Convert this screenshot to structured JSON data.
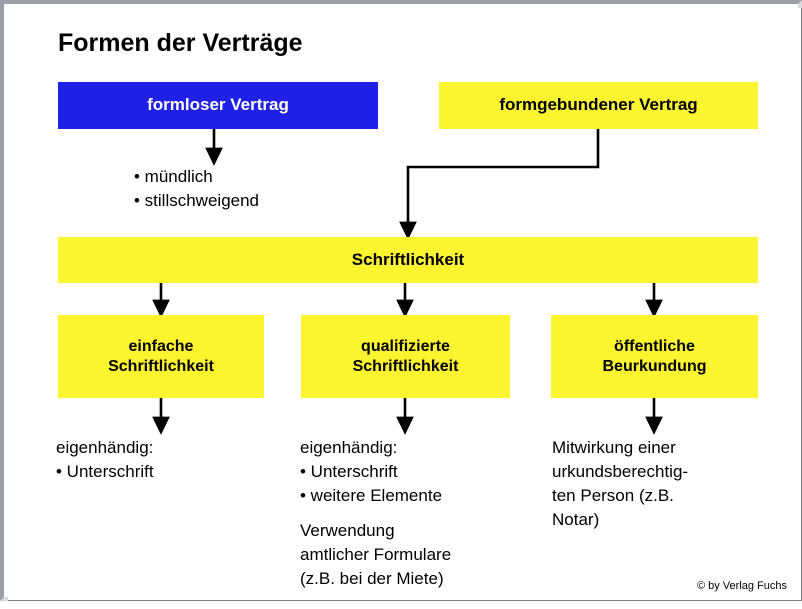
{
  "page": {
    "title": "Formen der Verträge",
    "copyright": "© by Verlag Fuchs"
  },
  "colors": {
    "blue_box": "#1F20E8",
    "yellow_box": "#FDF430",
    "text_dark": "#000000",
    "text_light": "#FFFFFF",
    "frame_shadow": "#9B9FA8",
    "arrow": "#000000"
  },
  "nodes": {
    "formloser_vertrag": "formloser Vertrag",
    "formgebundener_vertrag": "formgebundener Vertrag",
    "schriftlichkeit": "Schriftlichkeit",
    "einfache_schriftlichkeit": "einfache\nSchriftlichkeit",
    "qualifizierte_schriftlichkeit": "qualifizierte\nSchriftlichkeit",
    "oeffentliche_beurkundung": "öffentliche\nBeurkundung"
  },
  "annotations": {
    "formloser_list": "• mündlich\n• stillschweigend",
    "einfache_detail": "eigenhändig:\n• Unterschrift",
    "qualifizierte_detail_1": "eigenhändig:\n• Unterschrift\n• weitere Elemente",
    "qualifizierte_detail_2": "Verwendung\namtlicher Formulare\n(z.B. bei der Miete)",
    "oeffentliche_detail": "Mitwirkung einer\nurkundsberechtig-\nten Person (z.B.\nNotar)"
  }
}
